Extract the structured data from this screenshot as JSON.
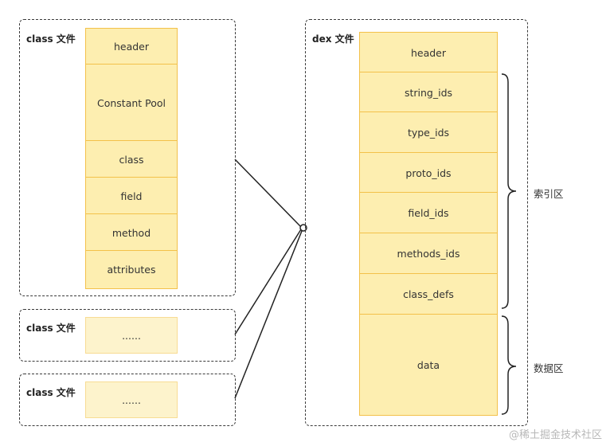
{
  "class_file_main": {
    "label": "class 文件",
    "sections": [
      "header",
      "Constant Pool",
      "class",
      "field",
      "method",
      "attributes"
    ]
  },
  "class_file_2": {
    "label": "class 文件",
    "content": "......"
  },
  "class_file_3": {
    "label": "class 文件",
    "content": "......"
  },
  "dex_file": {
    "label": "dex 文件",
    "sections": [
      "header",
      "string_ids",
      "type_ids",
      "proto_ids",
      "field_ids",
      "methods_ids",
      "class_defs",
      "data"
    ]
  },
  "regions": {
    "index_area": "索引区",
    "data_area": "数据区"
  },
  "watermark": "@稀土掘金技术社区",
  "colors": {
    "cell_fill": "#fdeeb0",
    "cell_border": "#f3c14a",
    "dashed_border": "#3a3a3a"
  }
}
